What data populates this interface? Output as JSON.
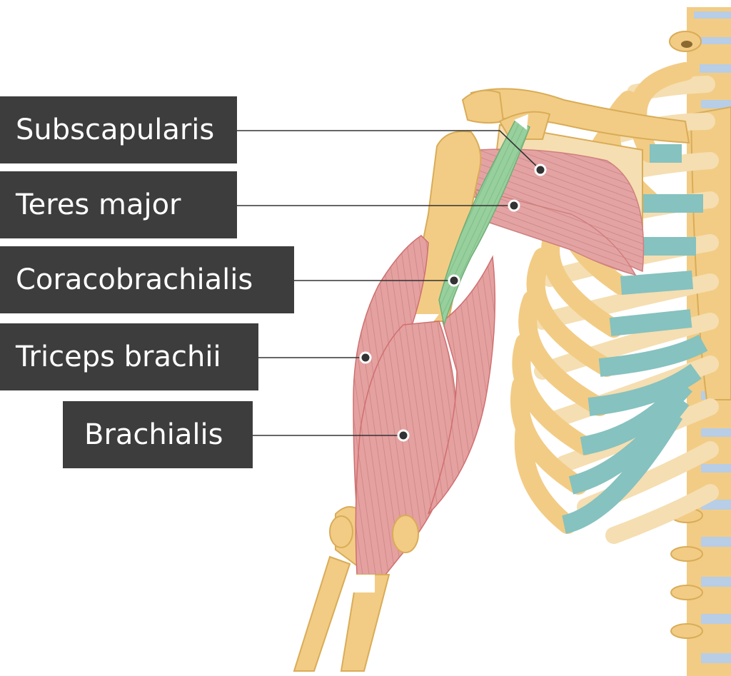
{
  "labels": [
    {
      "id": "subscapularis",
      "text": "Subscapularis"
    },
    {
      "id": "teres-major",
      "text": "Teres major"
    },
    {
      "id": "coracobrachialis",
      "text": "Coracobrachialis"
    },
    {
      "id": "triceps-brachii",
      "text": "Triceps brachii"
    },
    {
      "id": "brachialis",
      "text": "Brachialis"
    }
  ],
  "colors": {
    "bone": "#f2cc85",
    "bone_pale": "#f5deb1",
    "bone_outline": "#d9ac57",
    "cartilage": "#86c2bf",
    "disc": "#b8cde6",
    "muscle": "#e5a0a0",
    "muscle_fiber": "#c97c7c",
    "highlight_muscle": "#97cf9d",
    "label_bg": "#3d3d3d",
    "label_text": "#ffffff",
    "leader": "#333333"
  }
}
